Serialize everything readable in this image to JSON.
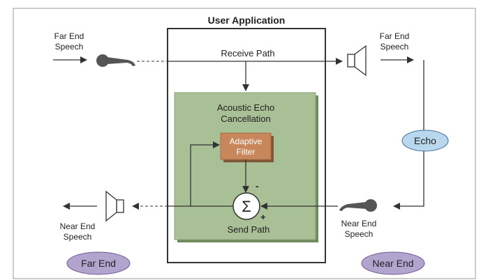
{
  "title": "User Application",
  "labels": {
    "far_end_speech_left": [
      "Far End",
      "Speech"
    ],
    "far_end_speech_right": [
      "Far End",
      "Speech"
    ],
    "receive_path": "Receive Path",
    "aec": [
      "Acoustic Echo",
      "Cancellation"
    ],
    "adaptive_filter": [
      "Adaptive",
      "Filter"
    ],
    "sigma": "Σ",
    "minus": "-",
    "plus": "+",
    "send_path": "Send Path",
    "echo": "Echo",
    "near_end_speech_left": [
      "Near End",
      "Speech"
    ],
    "near_end_speech_right": [
      "Near End",
      "Speech"
    ],
    "far_end_badge": "Far End",
    "near_end_badge": "Near End"
  },
  "colors": {
    "aec_fill": "#a9bf96",
    "filter_fill": "#c7875b",
    "echo_fill": "#b9d8ee",
    "badge_fill": "#b3a3cf",
    "line": "#333333",
    "mic": "#555555"
  },
  "icons": [
    "microphone-icon",
    "speaker-icon",
    "summation-icon",
    "arrow-icon"
  ]
}
